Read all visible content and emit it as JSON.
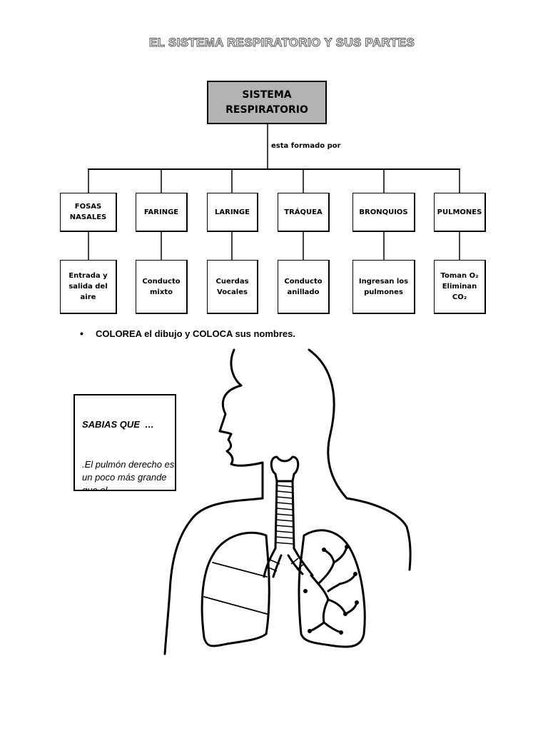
{
  "title": "EL SISTEMA RESPIRATORIO Y SUS PARTES",
  "concept_map": {
    "root": "SISTEMA\nRESPIRATORIO",
    "connector": "esta formado por",
    "parts": [
      {
        "name": "FOSAS\nNASALES",
        "description": "Entrada y\nsalida del\naire"
      },
      {
        "name": "FARINGE",
        "description": "Conducto\nmixto"
      },
      {
        "name": "LARINGE",
        "description": "Cuerdas\nVocales"
      },
      {
        "name": "TRÁQUEA",
        "description": "Conducto\nanillado"
      },
      {
        "name": "BRONQUIOS",
        "description": "Ingresan los\npulmones"
      },
      {
        "name": "PULMONES",
        "description": "Toman O₂\nEliminan\nCO₂"
      }
    ]
  },
  "instruction": {
    "bullet": "•",
    "text": "COLOREA el dibujo y COLOCA sus nombres."
  },
  "sabias_que": {
    "title": "SABIAS QUE",
    "ellipsis": "…",
    "text": ".El pulmón derecho es un poco más grande que el"
  },
  "illustration": {
    "icon": "respiratory-system-drawing"
  }
}
